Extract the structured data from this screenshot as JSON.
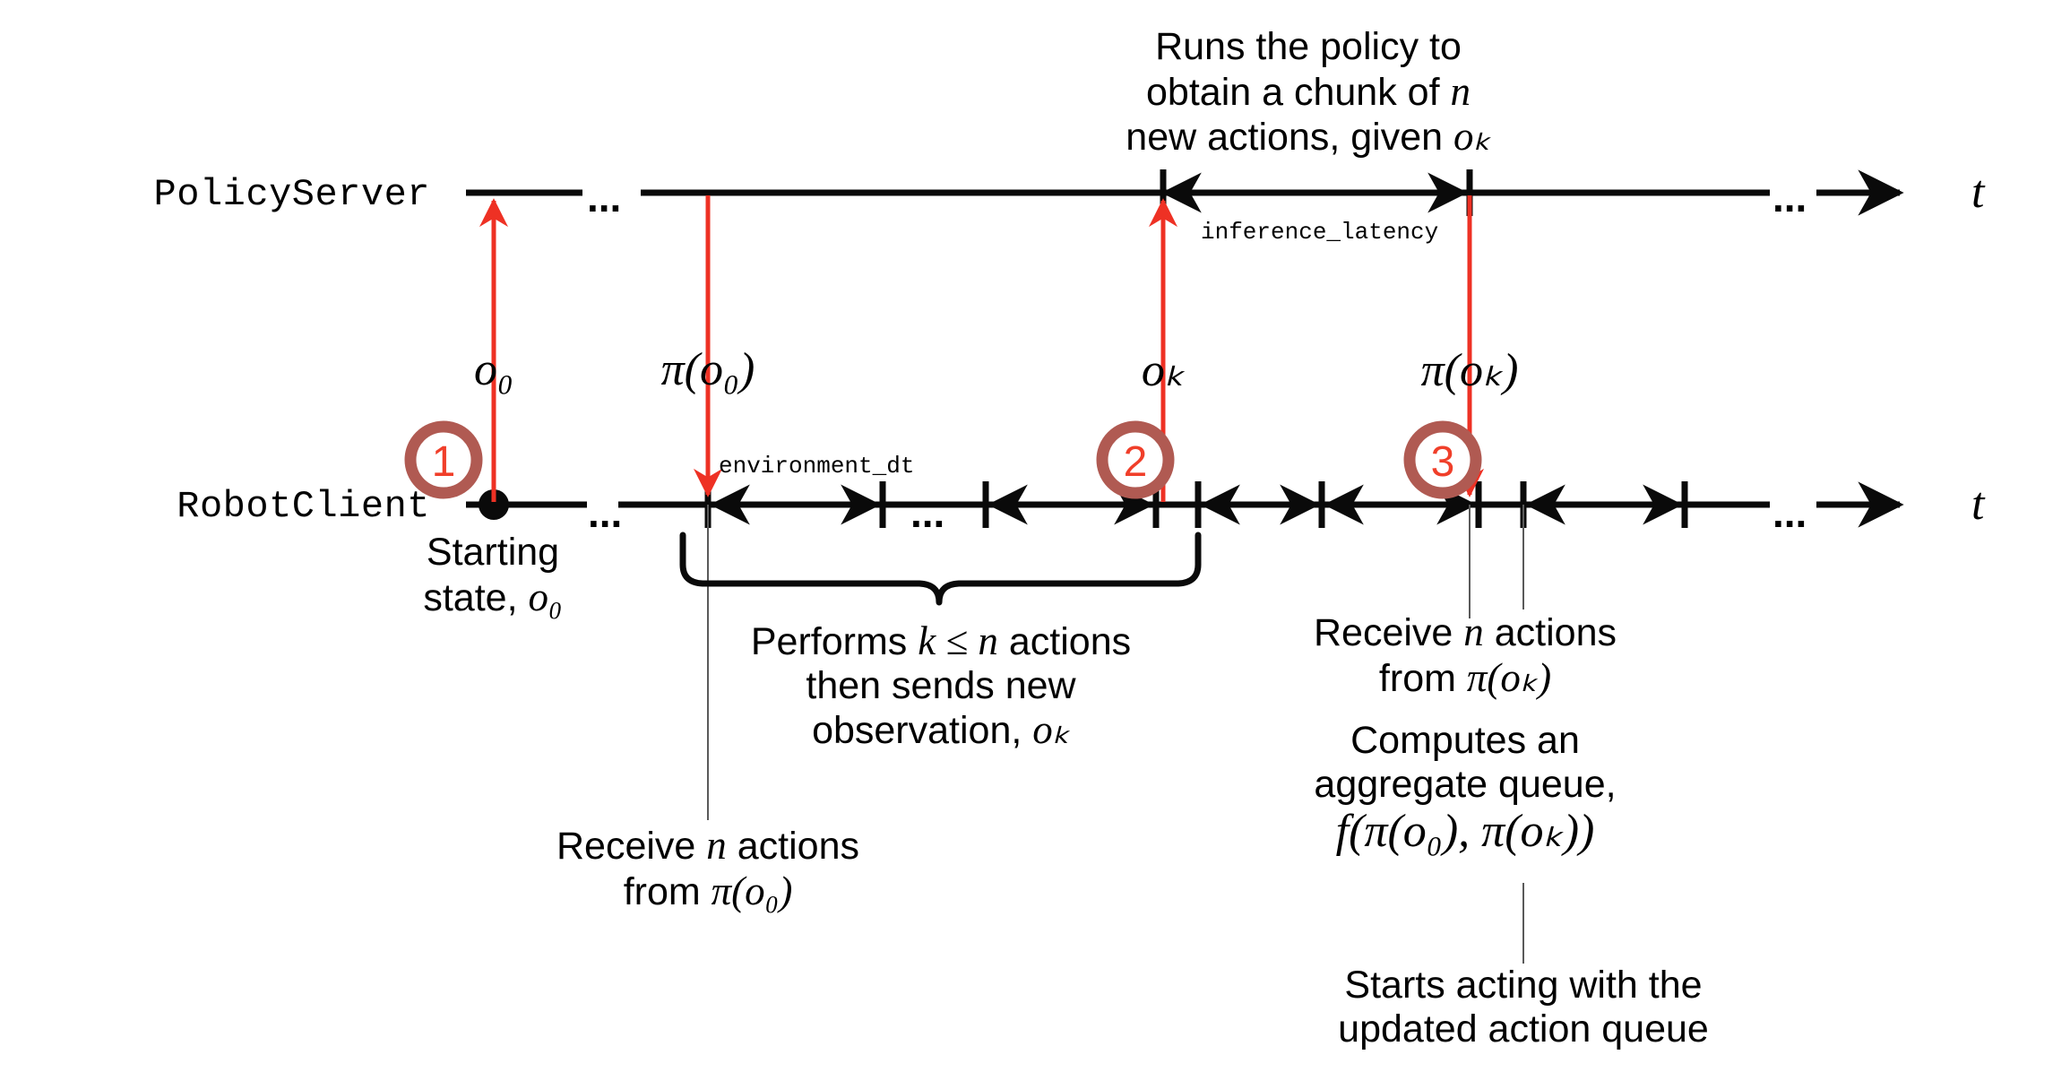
{
  "figure": {
    "title_semantic": "PolicyServer / RobotClient asynchronous inference timeline",
    "background": "#ffffff",
    "accent_red": "#ee3124",
    "circle_ring": "#b05a52",
    "line_black": "#0a0a0a"
  },
  "lanes": [
    {
      "id": "policy-server",
      "label": "PolicyServer",
      "axis_var": "t"
    },
    {
      "id": "robot-client",
      "label": "RobotClient",
      "axis_var": "t"
    }
  ],
  "timeline_dots": {
    "policy_left": "...",
    "policy_right": "...",
    "robot_left": "...",
    "robot_middle": "...",
    "robot_right": "..."
  },
  "steps": [
    {
      "number": "1",
      "caption_line1": "Starting",
      "caption_line2_text": "state, ",
      "caption_line2_math": "o₀"
    },
    {
      "number": "2",
      "caption": ""
    },
    {
      "number": "3",
      "caption": ""
    }
  ],
  "messages": [
    {
      "id": "obs-0",
      "label": "o₀",
      "direction": "client-to-server"
    },
    {
      "id": "action-chunk-0",
      "label": "π(o₀)",
      "direction": "server-to-client"
    },
    {
      "id": "obs-k",
      "label": "oₖ",
      "direction": "client-to-server"
    },
    {
      "id": "action-chunk-k",
      "label": "π(oₖ)",
      "direction": "server-to-client"
    }
  ],
  "durations": [
    {
      "id": "inference-latency",
      "label": "inference_latency",
      "lane": "policy-server"
    },
    {
      "id": "environment-dt",
      "label": "environment_dt",
      "lane": "robot-client"
    }
  ],
  "annotations": {
    "policy_run": {
      "line1": "Runs the policy to",
      "line2_text": "obtain a chunk of ",
      "line2_math": "n",
      "line3_text": "new actions, given ",
      "line3_math": "oₖ"
    },
    "performs_actions": {
      "line1_pre": "Performs ",
      "line1_math": "k ≤ n",
      "line1_post": " actions",
      "line2": "then sends new",
      "line3_text": "observation, ",
      "line3_math": "oₖ"
    },
    "receive_pi_o0": {
      "line1_pre": "Receive ",
      "line1_math": "n",
      "line1_post": " actions",
      "line2_pre": "from ",
      "line2_math": "π(o₀)"
    },
    "receive_pi_ok": {
      "line1_pre": "Receive ",
      "line1_math": "n",
      "line1_post": " actions",
      "line2_pre": "from ",
      "line2_math": "π(oₖ)"
    },
    "aggregate_queue": {
      "line1": "Computes an",
      "line2": "aggregate queue,",
      "line3_math": "f(π(o₀), π(oₖ))"
    },
    "starts_acting": {
      "line1": "Starts acting with the",
      "line2": "updated action queue"
    }
  }
}
